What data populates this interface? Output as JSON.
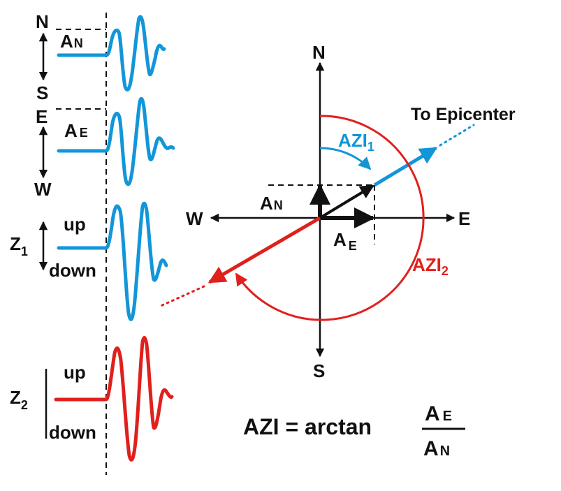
{
  "colors": {
    "blue": "#1296d8",
    "red": "#e0201d",
    "black": "#111111"
  },
  "seismograms": {
    "north_south": {
      "top_label": "N",
      "bottom_label": "S",
      "amplitude_label": "A",
      "amplitude_sub": "N"
    },
    "east_west": {
      "top_label": "E",
      "bottom_label": "W",
      "amplitude_label": "A",
      "amplitude_sub": "E"
    },
    "vertical_1": {
      "component": "Z",
      "component_sub": "1",
      "up_label": "up",
      "down_label": "down"
    },
    "vertical_2": {
      "component": "Z",
      "component_sub": "2",
      "up_label": "up",
      "down_label": "down"
    }
  },
  "compass": {
    "north": "N",
    "south": "S",
    "east": "E",
    "west": "W"
  },
  "vector": {
    "an_label": "A",
    "an_sub": "N",
    "ae_label": "A",
    "ae_sub": "E",
    "epicenter_label": "To Epicenter",
    "azi1_label": "AZI",
    "azi1_sub": "1",
    "azi2_label": "AZI",
    "azi2_sub": "2"
  },
  "formula": {
    "lhs": "AZI = arctan",
    "num_label": "A",
    "num_sub": "E",
    "den_label": "A",
    "den_sub": "N"
  }
}
